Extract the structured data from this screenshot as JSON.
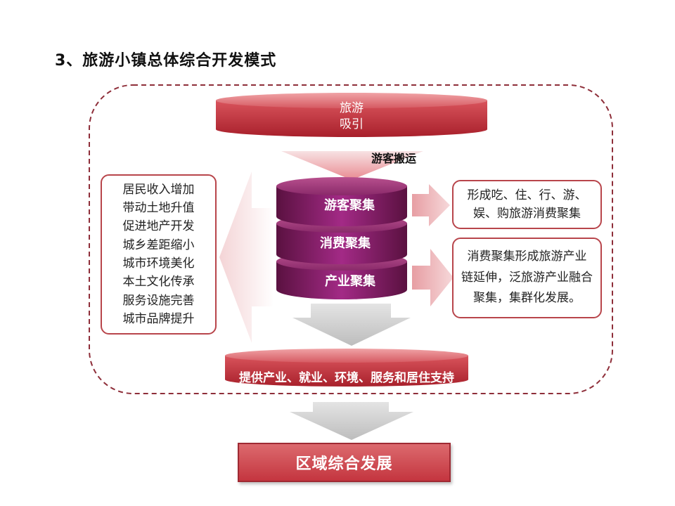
{
  "title": "3、旅游小镇总体综合开发模式",
  "top_cylinder": {
    "line1": "旅游",
    "line2": "吸引"
  },
  "transport_label": "游客搬运",
  "stack": [
    {
      "label": "游客聚集"
    },
    {
      "label": "消费聚集"
    },
    {
      "label": "产业聚集"
    }
  ],
  "left_box": {
    "lines": [
      "居民收入增加",
      "带动土地升值",
      "促进地产开发",
      "城乡差距缩小",
      "城市环境美化",
      "本土文化传承",
      "服务设施完善",
      "城市品牌提升"
    ]
  },
  "right_box_top": {
    "lines": [
      "形成吃、住、行、游、",
      "娱、购旅游消费聚集"
    ]
  },
  "right_box_bottom": {
    "lines": [
      "消费聚集形成旅游产业",
      "链延伸，泛旅游产业融合",
      "聚集，集群化发展。"
    ]
  },
  "support_cylinder": {
    "label": "提供产业、就业、环境、服务和居住支持"
  },
  "bottom_box": {
    "label": "区域综合发展"
  },
  "colors": {
    "red_accent": "#c8383f",
    "purple_stack": "#8a1f6e",
    "dashed_border": "#8e2e39",
    "box_border": "#b8454b"
  }
}
